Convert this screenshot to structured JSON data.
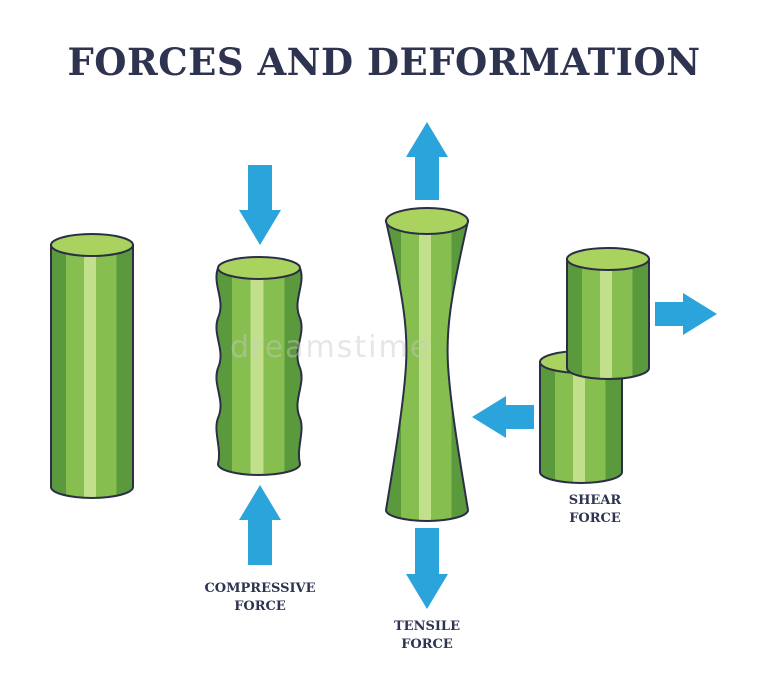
{
  "title": "FORCES AND DEFORMATION",
  "watermark": "dreamstime",
  "colors": {
    "title": "#2e3350",
    "cylinder_dark": "#5a9a3d",
    "cylinder_mid": "#86bf4f",
    "cylinder_light": "#c2e08c",
    "cylinder_top": "#a9d25f",
    "outline": "#2b2f45",
    "arrow": "#2ba4dc"
  },
  "labels": {
    "compressive": {
      "line1": "COMPRESSIVE",
      "line2": "FORCE"
    },
    "tensile": {
      "line1": "TENSILE",
      "line2": "FORCE"
    },
    "shear": {
      "line1": "SHEAR",
      "line2": "FORCE"
    }
  },
  "icons": [
    "arrow-down-icon",
    "arrow-up-icon",
    "arrow-right-icon",
    "arrow-left-icon"
  ]
}
